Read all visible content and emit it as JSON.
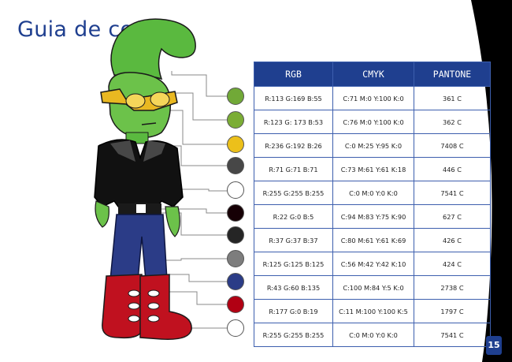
{
  "title": "Guia de cores",
  "page_number": "15",
  "table": {
    "headers": [
      "RGB",
      "CMYK",
      "PANTONE"
    ],
    "rows": [
      {
        "rgb": "R:113  G:169  B:55",
        "cmyk": "C:71  M:0  Y:100  K:0",
        "pantone": "361 C",
        "swatch": "#71a937"
      },
      {
        "rgb": "R:123  G: 173  B:53",
        "cmyk": "C:76  M:0  Y:100  K:0",
        "pantone": "362 C",
        "swatch": "#7bad35"
      },
      {
        "rgb": "R:236  G:192  B:26",
        "cmyk": "C:0  M:25  Y:95 K:0",
        "pantone": "7408 C",
        "swatch": "#ecc01a"
      },
      {
        "rgb": "R:71  G:71   B:71",
        "cmyk": "C:73  M:61  Y:61  K:18",
        "pantone": "446 C",
        "swatch": "#474747"
      },
      {
        "rgb": "R:255  G:255 B:255",
        "cmyk": "C:0  M:0  Y:0  K:0",
        "pantone": "7541 C",
        "swatch": "#ffffff"
      },
      {
        "rgb": "R:22  G:0  B:5",
        "cmyk": "C:94  M:83  Y:75  K:90",
        "pantone": "627 C",
        "swatch": "#160005"
      },
      {
        "rgb": "R:37  G:37 B:37",
        "cmyk": "C:80  M:61  Y:61  K:69",
        "pantone": "426 C",
        "swatch": "#252525"
      },
      {
        "rgb": "R:125  G:125  B:125",
        "cmyk": "C:56  M:42  Y:42  K:10",
        "pantone": "424 C",
        "swatch": "#7d7d7d"
      },
      {
        "rgb": "R:43  G:60  B:135",
        "cmyk": "C:100  M:84  Y:5  K:0",
        "pantone": "2738 C",
        "swatch": "#2b3c87"
      },
      {
        "rgb": "R:177  G:0  B:19",
        "cmyk": "C:11  M:100  Y:100  K:5",
        "pantone": "1797 C",
        "swatch": "#b10013"
      },
      {
        "rgb": "R:255  G:255  B:255",
        "cmyk": "C:0  M:0  Y:0 K:0",
        "pantone": "7541 C",
        "swatch": "#ffffff"
      }
    ]
  },
  "colors": {
    "accent": "#1f3f8f",
    "table_border": "#3d5fae"
  }
}
